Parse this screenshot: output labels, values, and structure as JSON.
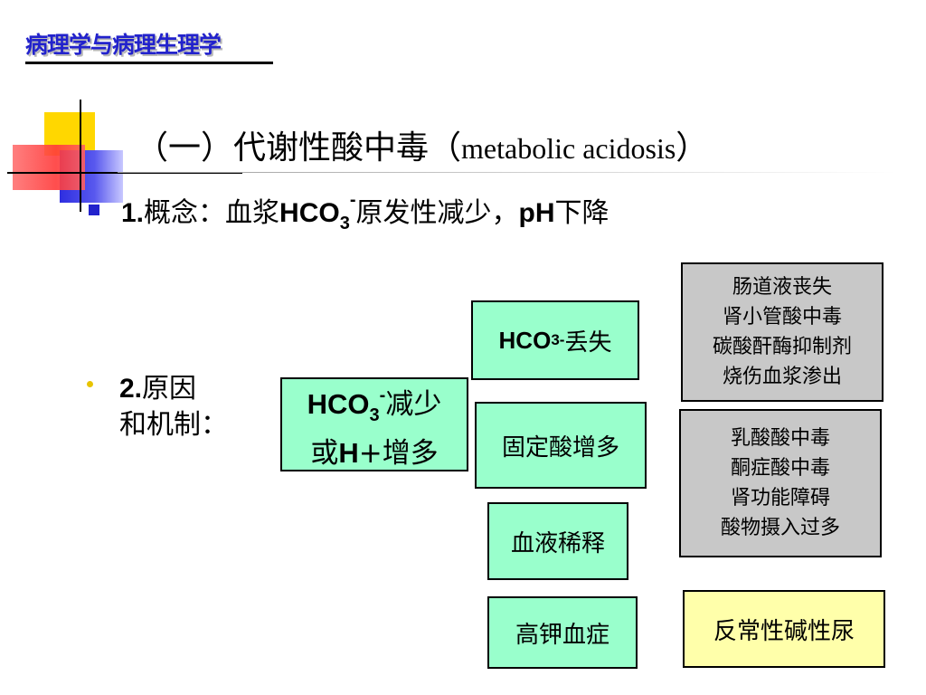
{
  "header": {
    "title": "病理学与病理生理学"
  },
  "slide": {
    "title_cn": "（一）代谢性酸中毒（",
    "title_en": "metabolic acidosis",
    "title_close": "）"
  },
  "bullet1": {
    "num": "1.",
    "label": "概念：血浆",
    "hco": "HCO",
    "sub": "3",
    "sup": "-",
    "rest": "原发性减少，",
    "ph": "pH",
    "end": "下降"
  },
  "bullet2": {
    "num": "2.",
    "line1": "原因",
    "line2": "和机制："
  },
  "main_box": {
    "hco": "HCO",
    "sub": "3",
    "sup": "-",
    "text1": "减少",
    "text2a": "或",
    "h": "H",
    "plus": "+",
    "text2b": "增多"
  },
  "causes": {
    "c1": {
      "hco": "HCO",
      "sub": "3",
      "sup": "-",
      "text": "丢失"
    },
    "c2": "固定酸增多",
    "c3": "血液稀释",
    "c4": "高钾血症"
  },
  "details": {
    "d1": [
      "肠道液丧失",
      "肾小管酸中毒",
      "碳酸酐酶抑制剂",
      "烧伤血浆渗出"
    ],
    "d2": [
      "乳酸酸中毒",
      "酮症酸中毒",
      "肾功能障碍",
      "酸物摄入过多"
    ],
    "d3": "反常性碱性尿"
  },
  "colors": {
    "green_box": "#99ffcc",
    "gray_box": "#c8c8c8",
    "yellow_box": "#ffffaa",
    "header_blue": "#2222cc"
  }
}
